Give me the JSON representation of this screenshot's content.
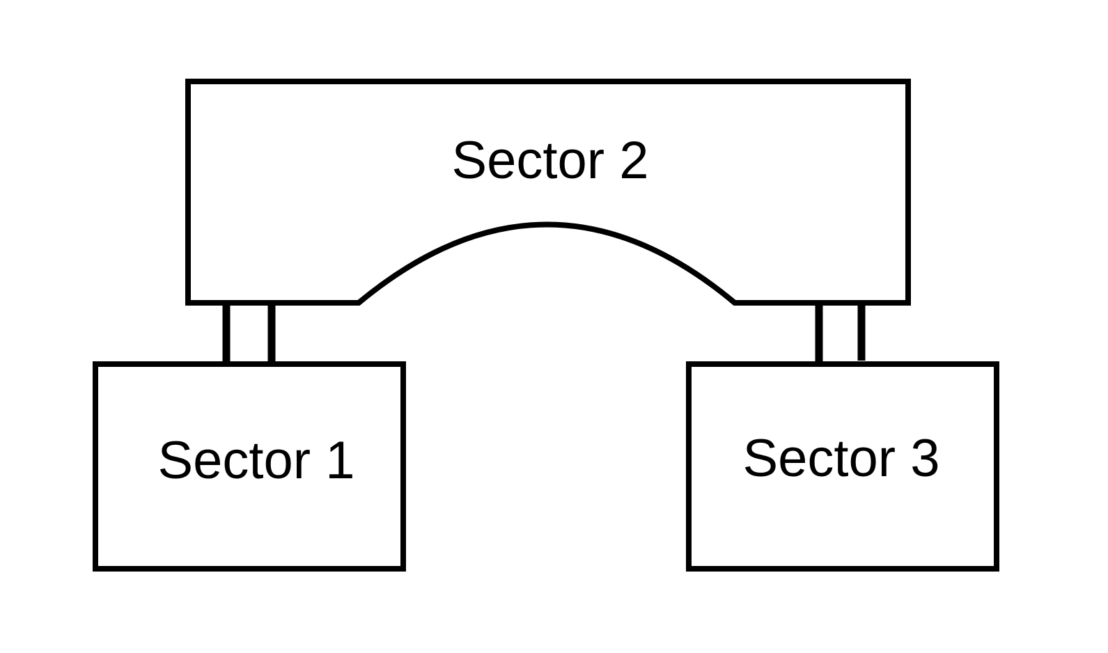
{
  "diagram": {
    "colors": {
      "stroke": "#000000",
      "background": "#ffffff"
    },
    "sectors": [
      {
        "id": "sector-2",
        "label": "Sector 2"
      },
      {
        "id": "sector-1",
        "label": "Sector 1"
      },
      {
        "id": "sector-3",
        "label": "Sector 3"
      }
    ]
  }
}
